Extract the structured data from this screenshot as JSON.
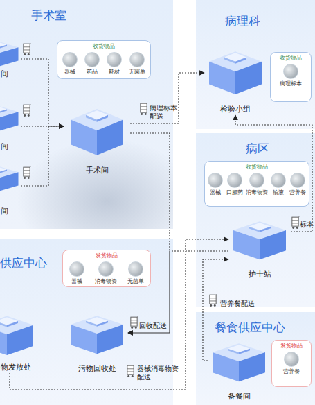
{
  "diagram": {
    "nodes": [
      {
        "text": [
          "手术室"
        ]
      },
      {
        "text": [
          "间"
        ],
        "in": 0
      },
      {
        "text": [
          "收货物品",
          "器械",
          "药品",
          "耗材",
          "无菌单"
        ],
        "in": 0
      },
      {
        "text": [
          "间"
        ],
        "in": 0
      },
      {
        "text": [
          "手术间"
        ],
        "in": 0
      },
      {
        "text": [
          "间"
        ],
        "in": 0
      },
      {
        "text": [
          "病理科"
        ]
      },
      {
        "text": [
          "检验小组"
        ],
        "in": 6
      },
      {
        "text": [
          "收货物品",
          "病理标本"
        ],
        "in": 6
      },
      {
        "text": [
          "病区"
        ]
      },
      {
        "text": [
          "收货物品",
          "器械",
          "口服药",
          "消毒物资",
          "输液",
          "营养餐"
        ],
        "in": 9
      },
      {
        "text": [
          "护士站"
        ],
        "in": 9
      },
      {
        "text": [
          "供应中心"
        ]
      },
      {
        "text": [
          "发货物品",
          "器械",
          "消毒物资",
          "无菌单"
        ],
        "in": 12
      },
      {
        "text": [
          "物发放处"
        ],
        "in": 12
      },
      {
        "text": [
          "污物回收处"
        ],
        "in": 12
      },
      {
        "text": [
          "餐食供应中心"
        ]
      },
      {
        "text": [
          "备餐间"
        ],
        "in": 16
      },
      {
        "text": [
          "发货物品",
          "营养餐"
        ],
        "in": 16
      }
    ],
    "edges": [
      {
        "from": 1,
        "to": 4,
        "arrow": "to"
      },
      {
        "from": 3,
        "to": 4,
        "arrow": "to"
      },
      {
        "from": 5,
        "to": 4,
        "arrow": "to"
      },
      {
        "from": 4,
        "to": 7,
        "label": "病理标本配送",
        "arrow": "to"
      },
      {
        "from": 4,
        "to": 15,
        "label": "回收配送",
        "arrow": "to"
      },
      {
        "from": 11,
        "to": 15,
        "arrow": "to"
      },
      {
        "from": 14,
        "to": 11,
        "label": "器械消毒物资配送",
        "arrow": "to"
      },
      {
        "from": 17,
        "to": 11,
        "label": "营养餐配送",
        "arrow": "to"
      },
      {
        "from": 11,
        "to": 7,
        "label": "标本",
        "arrow": "to"
      }
    ]
  }
}
